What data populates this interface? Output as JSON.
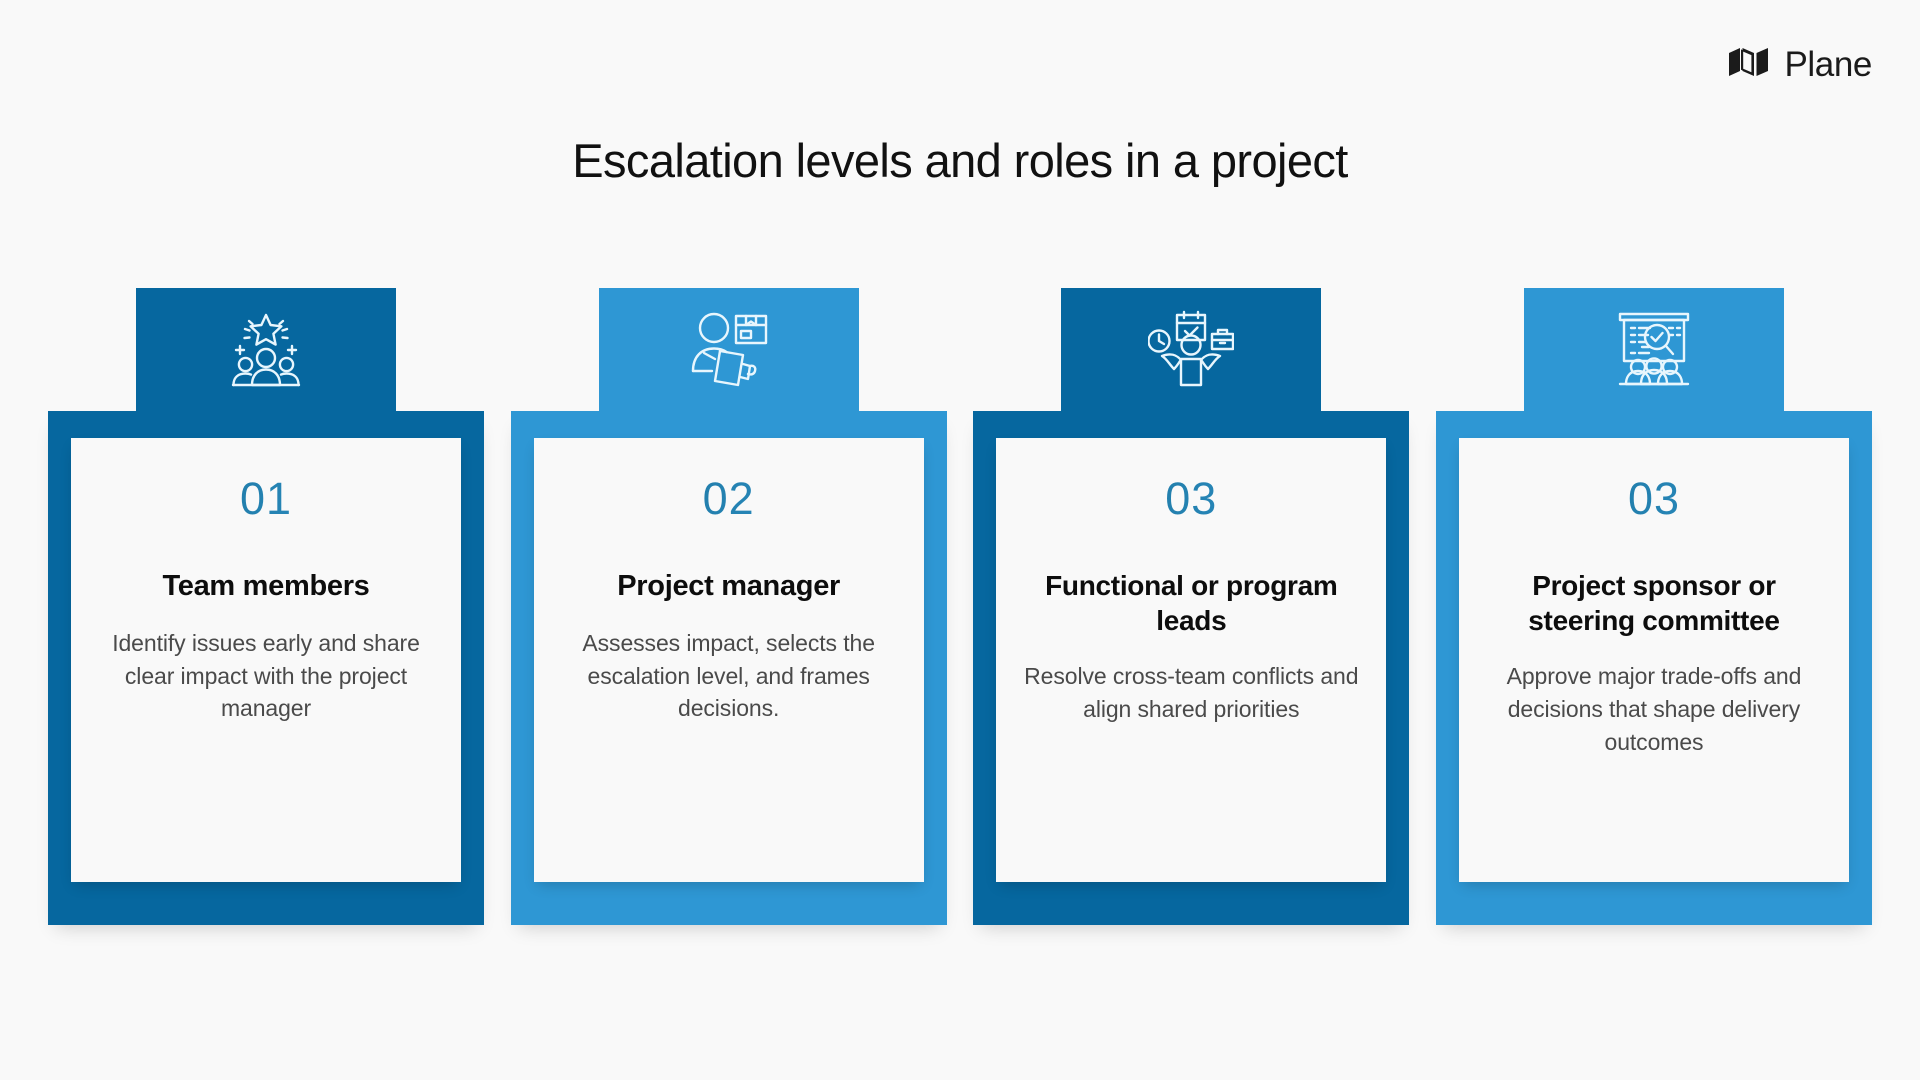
{
  "brand": {
    "name": "Plane",
    "logo_icon": "plane-logo-icon",
    "mark_color": "#1b1b1b"
  },
  "header": {
    "title": "Escalation levels and roles in a project"
  },
  "theme": {
    "background": "#f9f9f9",
    "panel_background": "#f9f9f9",
    "dark_blue": "#06679f",
    "light_blue": "#2e97d4",
    "number_gradient_from": "#1a6f94",
    "number_gradient_to": "#2f95cf",
    "heading_color": "#0d0d0d",
    "body_color": "#4a4a4a",
    "icon_stroke": "#e8f6fd"
  },
  "cards": [
    {
      "number": "01",
      "heading": "Team members",
      "body": "Identify issues early and share clear impact with the project manager",
      "accent": "#06679f",
      "icon": "team-star-icon"
    },
    {
      "number": "02",
      "heading": "Project manager",
      "body": "Assesses impact, selects the escalation level, and frames decisions.",
      "accent": "#2e97d4",
      "icon": "person-package-icon"
    },
    {
      "number": "03",
      "heading": "Functional or program leads",
      "body": "Resolve cross-team conflicts and align shared priorities",
      "accent": "#06679f",
      "icon": "person-balancing-tasks-icon"
    },
    {
      "number": "03",
      "heading": "Project sponsor or steering committee",
      "body": "Approve major trade-offs and decisions that shape delivery outcomes",
      "accent": "#2e97d4",
      "icon": "presentation-review-icon"
    }
  ]
}
